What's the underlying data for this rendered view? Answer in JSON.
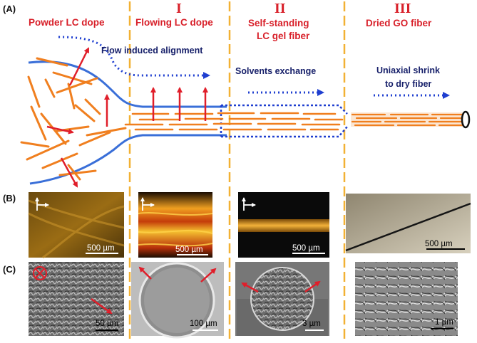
{
  "panel_labels": [
    "(A)",
    "(B)",
    "(C)"
  ],
  "stages": [
    {
      "roman": "",
      "title_lines": [
        "Powder LC dope"
      ]
    },
    {
      "roman": "I",
      "title_lines": [
        "Flowing LC dope"
      ]
    },
    {
      "roman": "II",
      "title_lines": [
        "Self-standing",
        "LC gel fiber"
      ]
    },
    {
      "roman": "III",
      "title_lines": [
        "Dried GO fiber"
      ]
    }
  ],
  "process_labels": {
    "flow_alignment": "Flow induced alignment",
    "solvent_exchange": "Solvents exchange",
    "uniaxial_shrink_line1": "Uniaxial shrink",
    "uniaxial_shrink_line2": "to dry fiber"
  },
  "polarized_scale_bars": [
    "500 µm",
    "500 µm",
    "500 µm",
    "500 µm"
  ],
  "sem_scale_bars": [
    "50 µm",
    "100 µm",
    "3 µm",
    "1 µm"
  ],
  "colors": {
    "stage_title": "#d8202a",
    "process_label": "#17206a",
    "channel_wall": "#3a6fd8",
    "dotted_arrow": "#1f3fd0",
    "go_sheet": "#f07f1f",
    "divider": "#f2b134",
    "alignment_arrow": "#e01e2a"
  },
  "icons": {
    "polarizer_cross": "cross-arrows-icon",
    "perpendicular_symbol": "circled-x-icon"
  }
}
